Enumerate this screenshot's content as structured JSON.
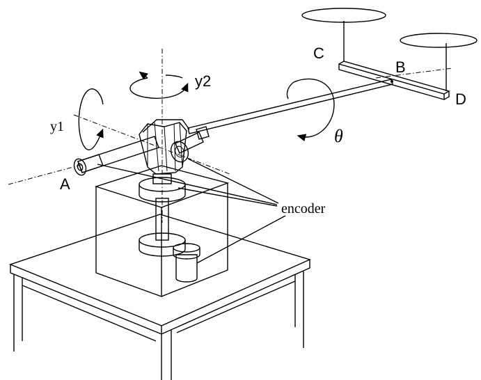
{
  "diagram": {
    "labels": {
      "A": "A",
      "B": "B",
      "C": "C",
      "D": "D",
      "y1": "y1",
      "y2": "y2",
      "theta": "θ",
      "encoder": "encoder"
    },
    "colors": {
      "stroke": "#000000",
      "background": "#ffffff",
      "encoder_dark": "#5a5a5a",
      "encoder_mid": "#8c8c8c",
      "light_fill": "#e6e6e6",
      "disc_fill": "#9a9a9a"
    }
  }
}
